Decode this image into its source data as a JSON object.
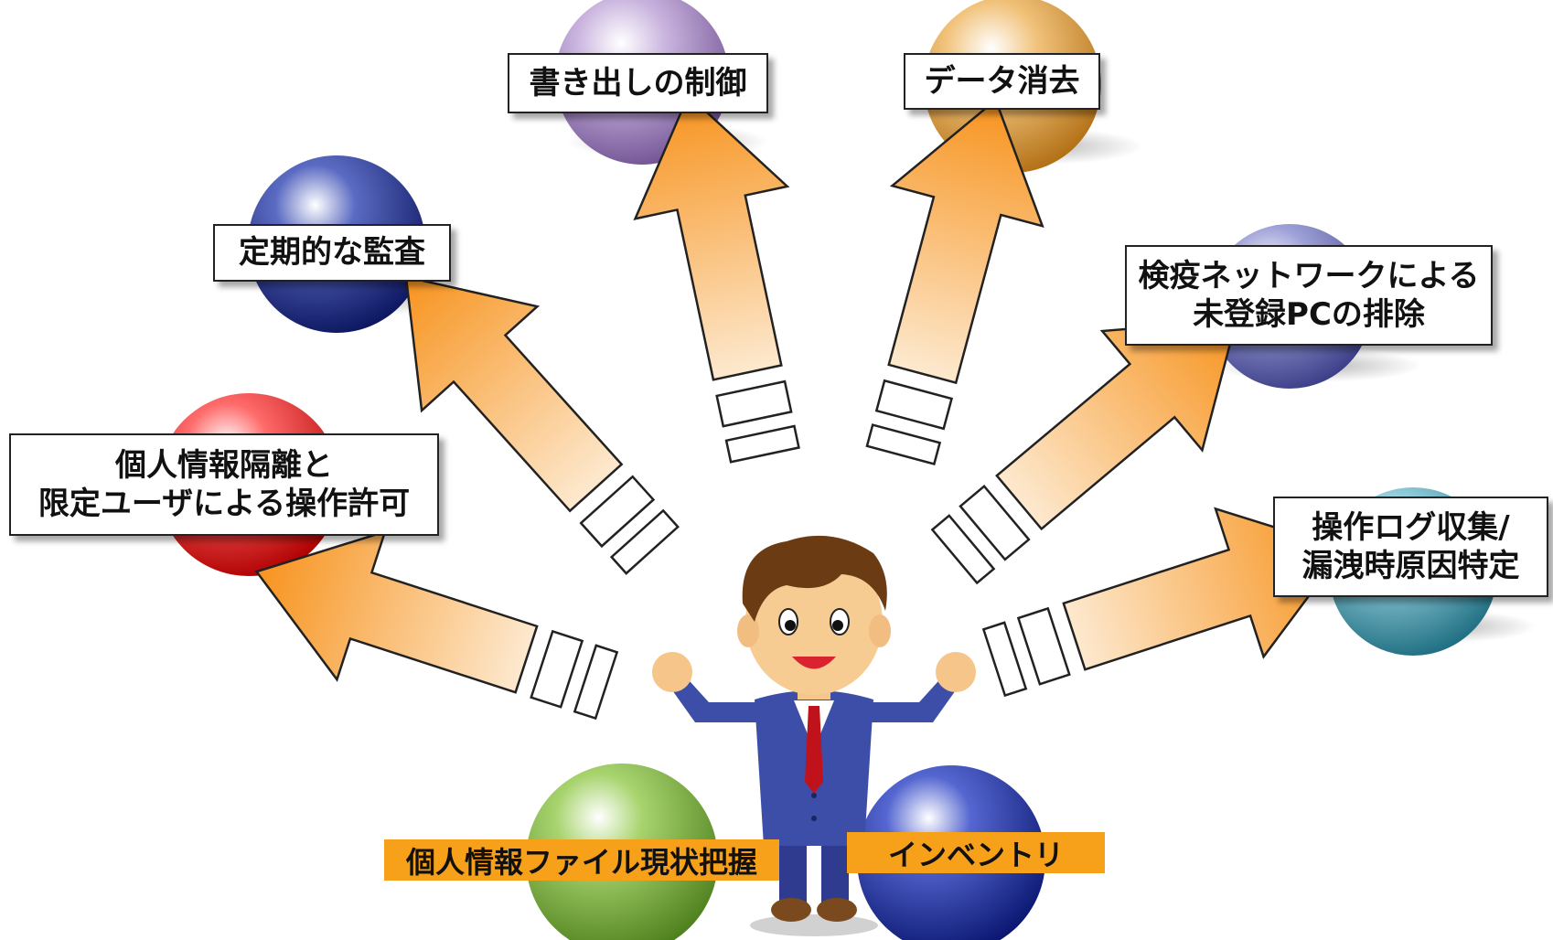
{
  "labels": {
    "audit": "定期的な監査",
    "write_control": "書き出しの制御",
    "data_erase": "データ消去",
    "quarantine_line1": "検疫ネットワークによる",
    "quarantine_line2": "未登録PCの排除",
    "isolation_line1": "個人情報隔離と",
    "isolation_line2": "限定ユーザによる操作許可",
    "oplog_line1": "操作ログ収集/",
    "oplog_line2": "漏洩時原因特定"
  },
  "tags": {
    "file_status": "個人情報ファイル現状把握",
    "inventory": "インベントリ"
  },
  "colors": {
    "arrow_dark": "#f7931e",
    "arrow_light": "#fde9cf",
    "tag_bg": "#f7a11a",
    "sphere_purple": "#a98bc3",
    "sphere_orange": "#e8a23c",
    "sphere_navy": "#1f2f8c",
    "sphere_red": "#e32020",
    "sphere_periwinkle": "#6f72b8",
    "sphere_teal": "#4a9fb3",
    "sphere_green": "#7bb33b",
    "sphere_blue": "#1e2f9a"
  },
  "icons": {
    "figure": "businessman-icon"
  }
}
